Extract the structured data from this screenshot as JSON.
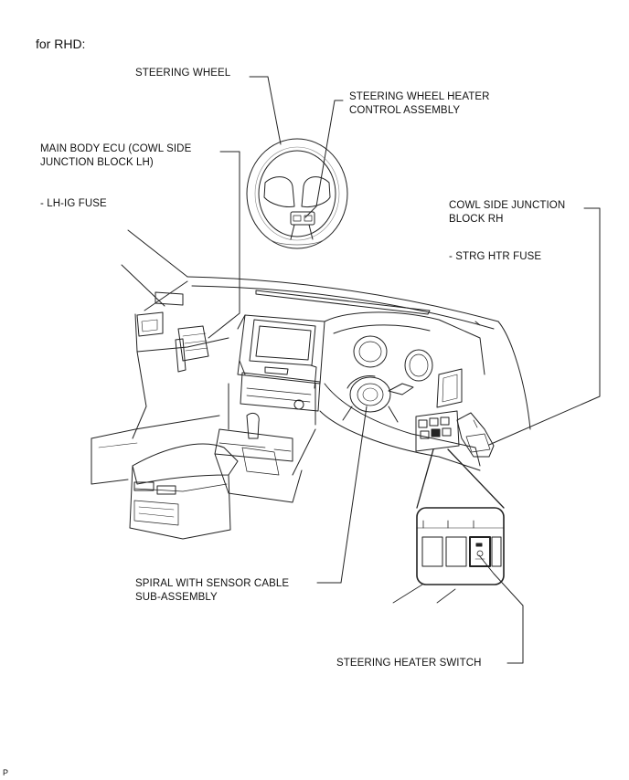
{
  "header": {
    "text": "for RHD:"
  },
  "labels": {
    "steering_wheel": "STEERING WHEEL",
    "heater_control_1": "STEERING WHEEL HEATER",
    "heater_control_2": "CONTROL ASSEMBLY",
    "main_ecu_1": "MAIN BODY ECU (COWL SIDE",
    "main_ecu_2": "JUNCTION BLOCK LH)",
    "lh_ig_fuse": "- LH-IG FUSE",
    "cowl_rh_1": "COWL SIDE JUNCTION",
    "cowl_rh_2": "BLOCK RH",
    "strg_htr_fuse": "- STRG HTR FUSE",
    "spiral_1": "SPIRAL WITH SENSOR CABLE",
    "spiral_2": "SUB-ASSEMBLY",
    "heater_switch": "STEERING HEATER SWITCH"
  },
  "footer": {
    "code": "P"
  }
}
